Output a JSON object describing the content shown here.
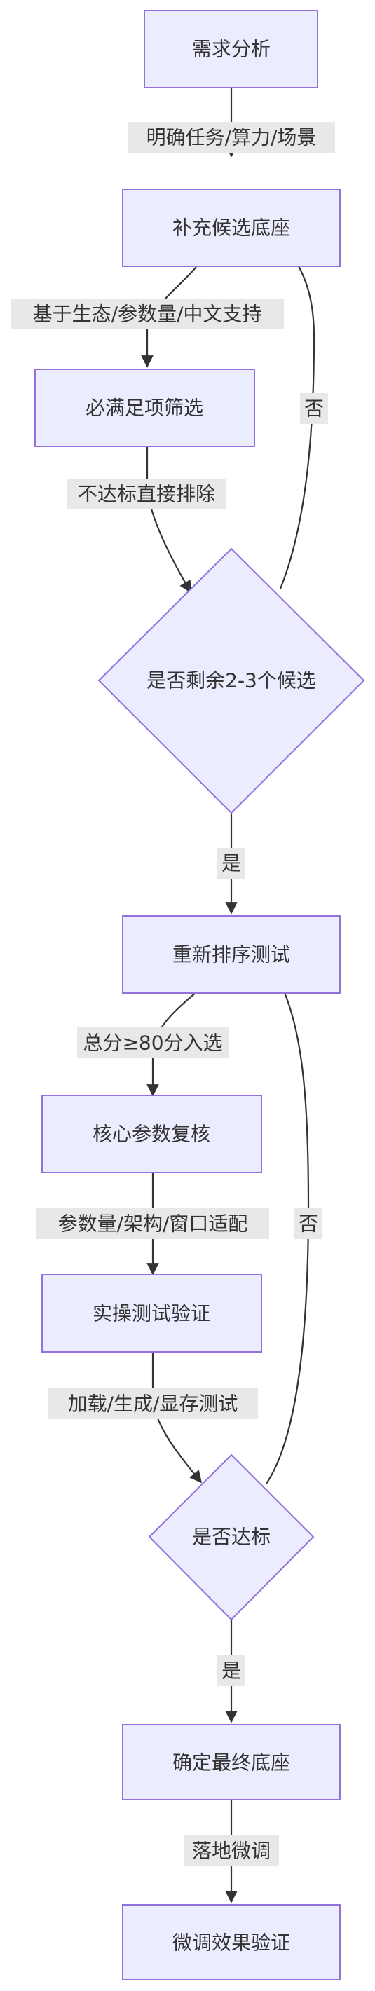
{
  "nodes": {
    "requirements": "需求分析",
    "add_candidates": "补充候选底座",
    "must_filter": "必满足项筛选",
    "remaining_check": "是否剩余2-3个候选",
    "rerank_test": "重新排序测试",
    "core_params_review": "核心参数复核",
    "hands_on_test": "实操测试验证",
    "pass_check": "是否达标",
    "final_base": "确定最终底座",
    "finetune_verify": "微调效果验证"
  },
  "edges": {
    "e1": "明确任务/算力/场景",
    "e2": "基于生态/参数量/中文支持",
    "e3": "不达标直接排除",
    "e4_no": "否",
    "e5_yes": "是",
    "e6": "总分≥80分入选",
    "e7": "参数量/架构/窗口适配",
    "e8": "加载/生成/显存测试",
    "e9_no": "否",
    "e10_yes": "是",
    "e11": "落地微调"
  }
}
